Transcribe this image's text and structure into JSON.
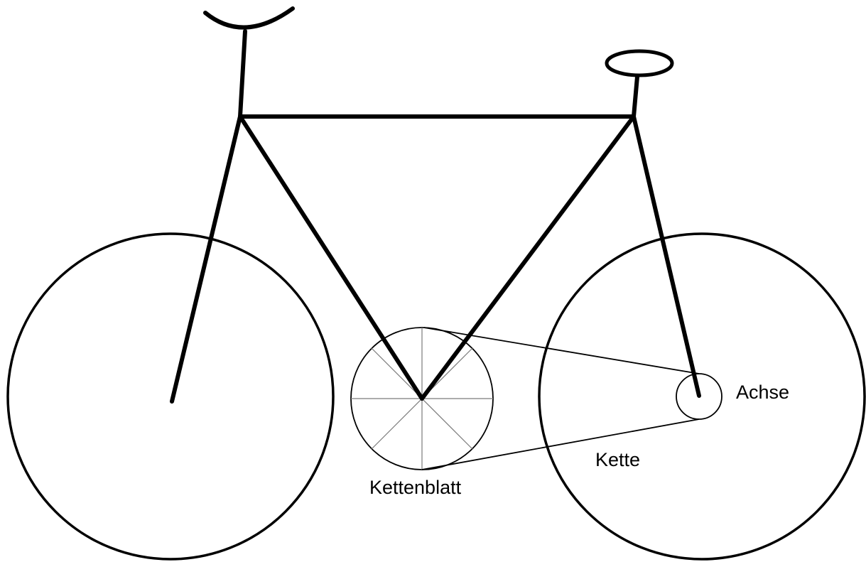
{
  "labels": {
    "chainring": "Kettenblatt",
    "axle": "Achse",
    "chain": "Kette"
  },
  "colors": {
    "line": "#000000",
    "spokes": "#7a7a7a",
    "background": "#ffffff"
  }
}
